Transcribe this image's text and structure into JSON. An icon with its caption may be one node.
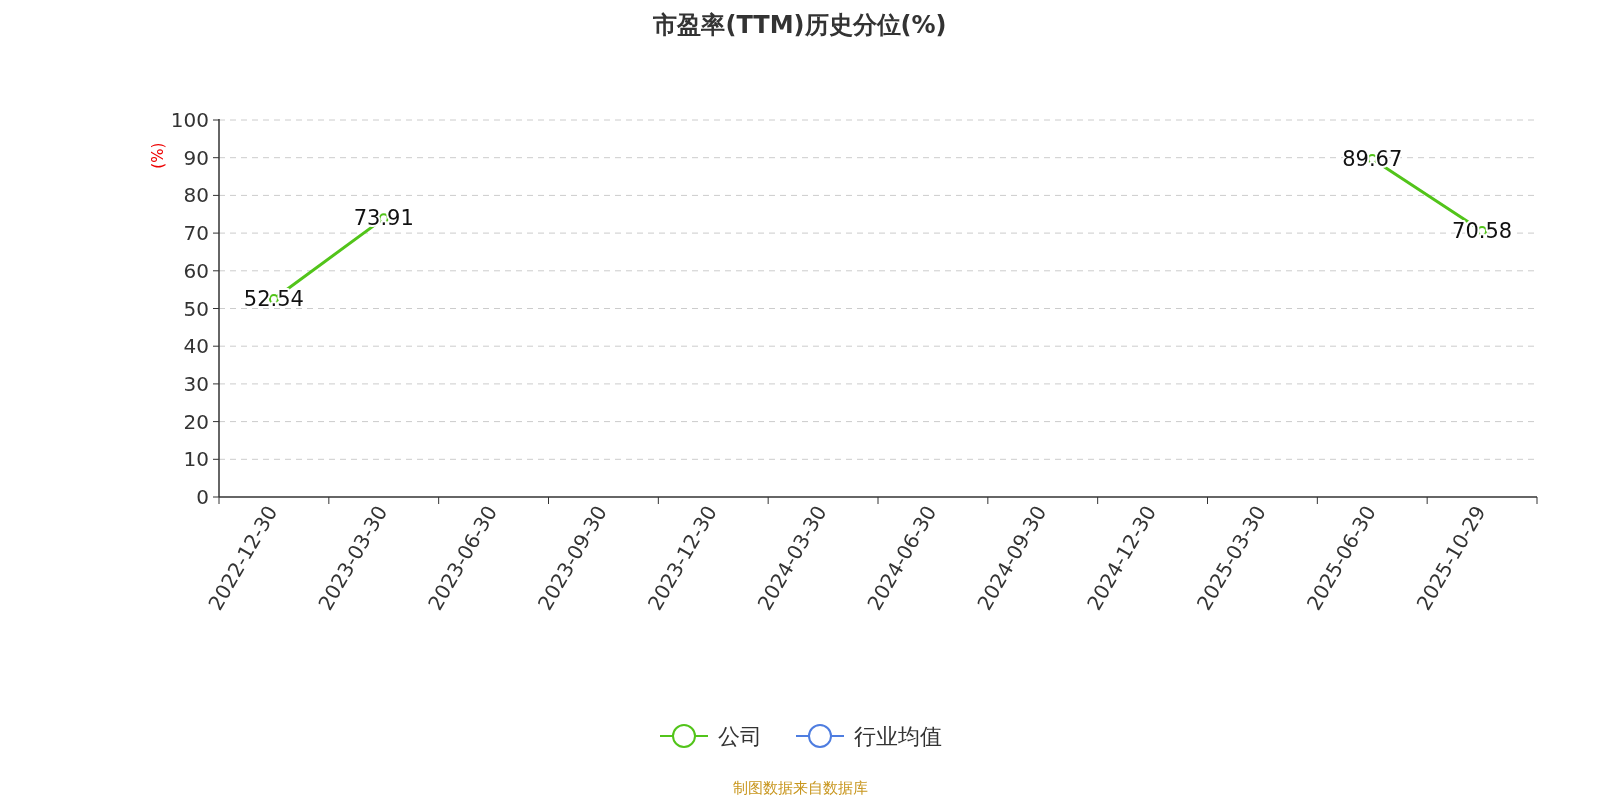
{
  "diagram": {
    "caption": "制图数据来自数据库",
    "chart_data": {
      "type": "line",
      "title": "市盈率(TTM)历史分位(%)",
      "ylabel": "(%)",
      "categories": [
        "2022-12-30",
        "2023-03-30",
        "2023-06-30",
        "2023-09-30",
        "2023-12-30",
        "2024-03-30",
        "2024-06-30",
        "2024-09-30",
        "2024-12-30",
        "2025-03-30",
        "2025-06-30",
        "2025-10-29"
      ],
      "series": [
        {
          "name": "公司",
          "color": "#52c41a",
          "marker": "circle",
          "values": [
            52.54,
            73.91,
            null,
            null,
            null,
            null,
            null,
            null,
            null,
            null,
            89.67,
            70.58
          ]
        },
        {
          "name": "行业均值",
          "color": "#4e7de0",
          "values": [
            null,
            null,
            null,
            null,
            null,
            null,
            null,
            null,
            null,
            null,
            null,
            null
          ]
        }
      ],
      "ylim": [
        0,
        100
      ],
      "yticks": [
        0,
        10,
        20,
        30,
        40,
        50,
        60,
        70,
        80,
        90,
        100
      ],
      "data_labels": true,
      "grid": true
    }
  }
}
